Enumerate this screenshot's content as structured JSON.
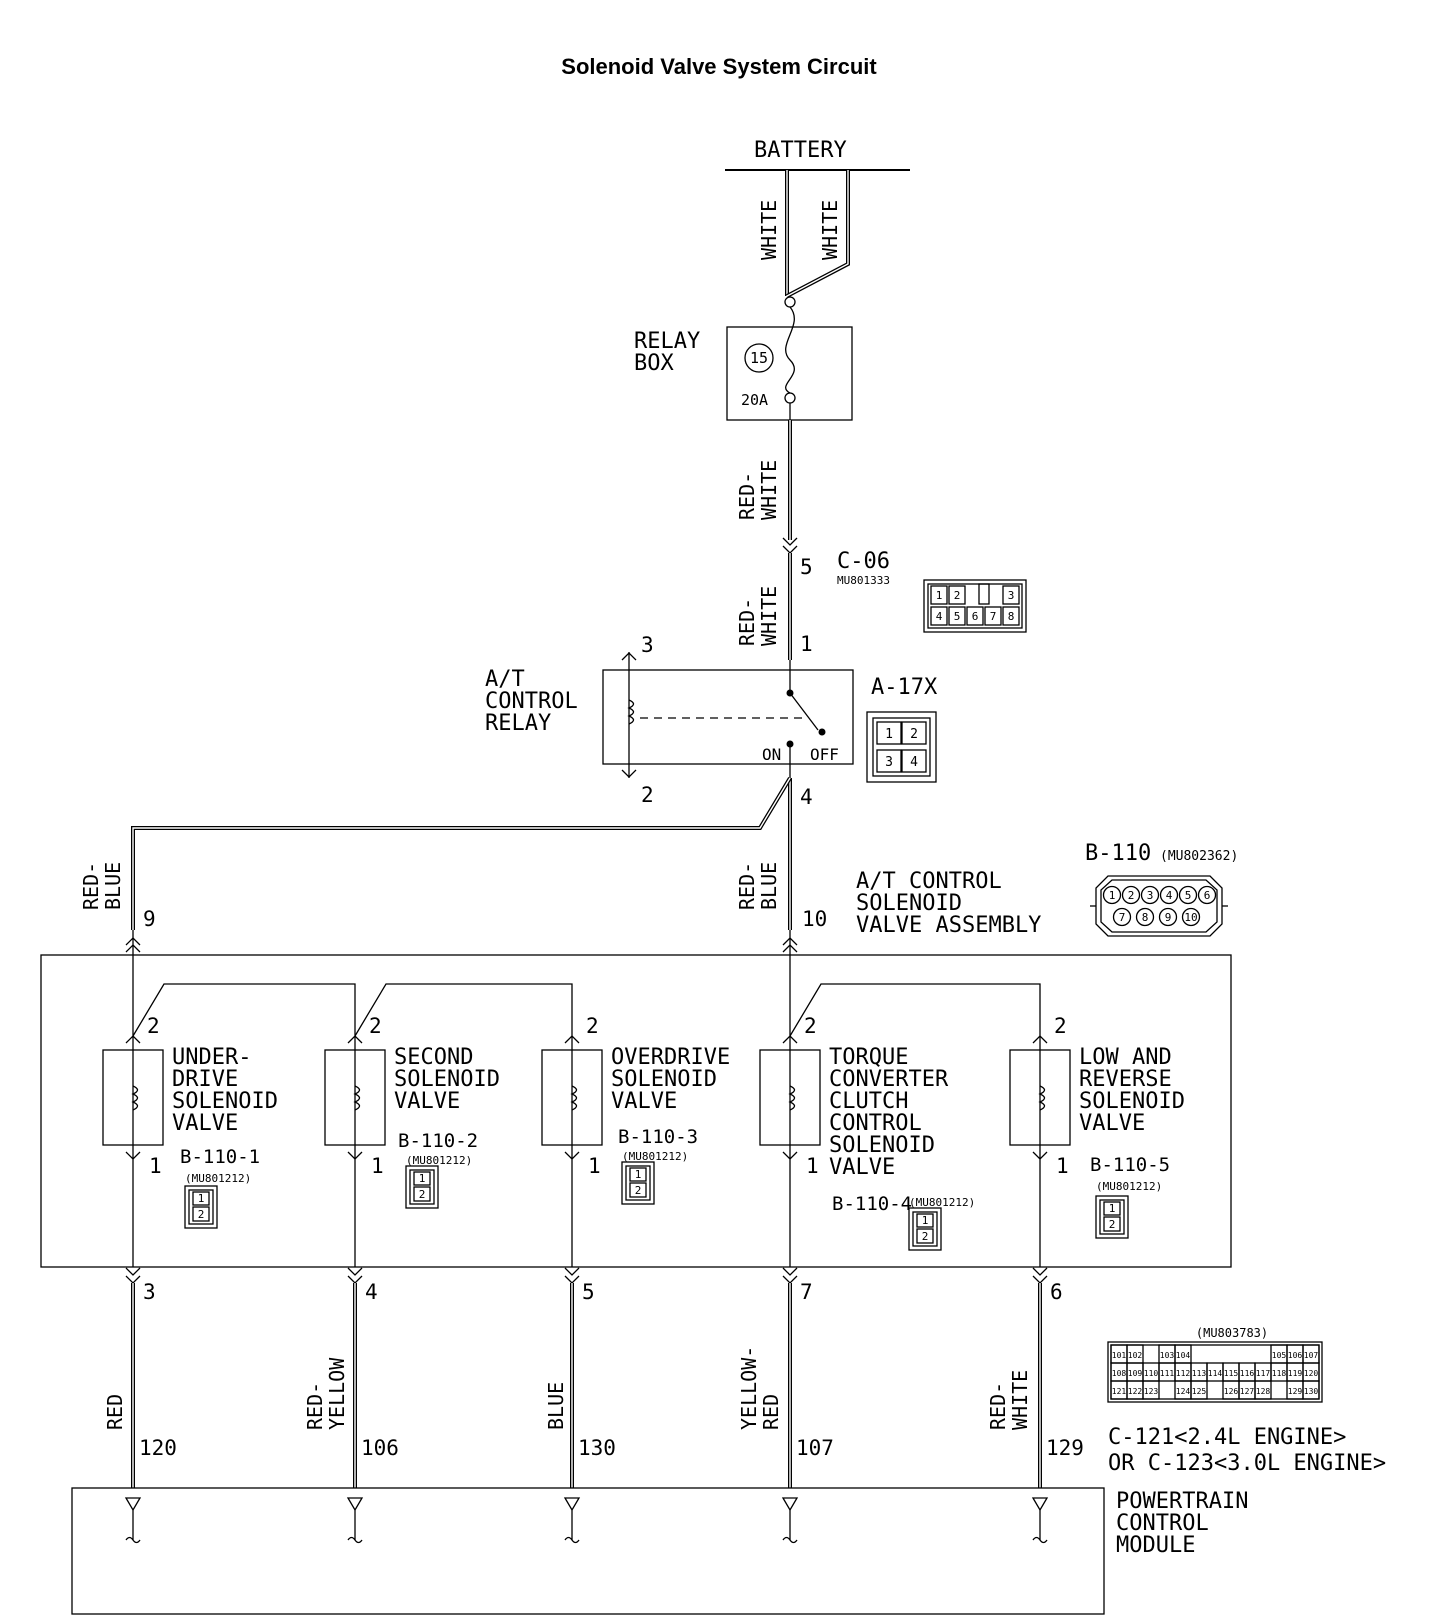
{
  "title": "Solenoid Valve System Circuit",
  "battery": "BATTERY",
  "wires": {
    "white_a": "WHITE",
    "white_b": "WHITE",
    "red_white_1a": "RED-",
    "red_white_1b": "WHITE",
    "red_white_2a": "RED-",
    "red_white_2b": "WHITE",
    "red_blue_left_a": "RED-",
    "red_blue_left_b": "BLUE",
    "red_blue_center_a": "RED-",
    "red_blue_center_b": "BLUE",
    "red": "RED",
    "red_yellow_a": "RED-",
    "red_yellow_b": "YELLOW",
    "blue": "BLUE",
    "yellow_red_a": "YELLOW-",
    "yellow_red_b": "RED",
    "red_white_3a": "RED-",
    "red_white_3b": "WHITE"
  },
  "relay_box": {
    "line1": "RELAY",
    "line2": "BOX",
    "fuse_no": "15",
    "fuse_rating": "20A"
  },
  "c06": {
    "name": "C-06",
    "part": "MU801333",
    "pin_in": "5",
    "pins": [
      "1",
      "2",
      "3",
      "4",
      "5",
      "6",
      "7",
      "8"
    ]
  },
  "relay": {
    "line1": "A/T",
    "line2": "CONTROL",
    "line3": "RELAY",
    "pin1": "1",
    "pin2": "2",
    "pin3": "3",
    "pin4": "4",
    "on": "ON",
    "off": "OFF"
  },
  "a17x": {
    "name": "A-17X",
    "pins": [
      "1",
      "2",
      "3",
      "4"
    ]
  },
  "b110": {
    "name": "B-110",
    "part": "(MU802362)",
    "pins": [
      "1",
      "2",
      "3",
      "4",
      "5",
      "6",
      "7",
      "8",
      "9",
      "10"
    ]
  },
  "assembly": {
    "line1": "A/T CONTROL",
    "line2": "SOLENOID",
    "line3": "VALVE ASSEMBLY",
    "pin_left": "9",
    "pin_center": "10"
  },
  "solenoids": [
    {
      "l1": "UNDER-",
      "l2": "DRIVE",
      "l3": "SOLENOID",
      "l4": "VALVE",
      "l5": "",
      "l6": "",
      "conn": "B-110-1",
      "part": "(MU801212)",
      "top": "2",
      "bot": "1",
      "out": "3",
      "pcm": "120",
      "c1": "1",
      "c2": "2"
    },
    {
      "l1": "SECOND",
      "l2": "SOLENOID",
      "l3": "VALVE",
      "l4": "",
      "l5": "",
      "l6": "",
      "conn": "B-110-2",
      "part": "(MU801212)",
      "top": "2",
      "bot": "1",
      "out": "4",
      "pcm": "106",
      "c1": "1",
      "c2": "2"
    },
    {
      "l1": "OVERDRIVE",
      "l2": "SOLENOID",
      "l3": "VALVE",
      "l4": "",
      "l5": "",
      "l6": "",
      "conn": "B-110-3",
      "part": "(MU801212)",
      "top": "2",
      "bot": "1",
      "out": "5",
      "pcm": "130",
      "c1": "1",
      "c2": "2"
    },
    {
      "l1": "TORQUE",
      "l2": "CONVERTER",
      "l3": "CLUTCH",
      "l4": "CONTROL",
      "l5": "SOLENOID",
      "l6": "VALVE",
      "conn": "B-110-4",
      "part": "(MU801212)",
      "top": "2",
      "bot": "1",
      "out": "7",
      "pcm": "107",
      "c1": "1",
      "c2": "2"
    },
    {
      "l1": "LOW AND",
      "l2": "REVERSE",
      "l3": "SOLENOID",
      "l4": "VALVE",
      "l5": "",
      "l6": "",
      "conn": "B-110-5",
      "part": "(MU801212)",
      "top": "2",
      "bot": "1",
      "out": "6",
      "pcm": "129",
      "c1": "1",
      "c2": "2"
    }
  ],
  "pcm_conn": {
    "part": "(MU803783)",
    "row1": [
      "101",
      "102",
      "103",
      "104",
      "105",
      "106",
      "107"
    ],
    "row2": [
      "108",
      "109",
      "110",
      "111",
      "112",
      "113",
      "114",
      "115",
      "116",
      "117",
      "118",
      "119",
      "120"
    ],
    "row3": [
      "121",
      "122",
      "123",
      "124",
      "125",
      "126",
      "127",
      "128",
      "129",
      "130"
    ],
    "line1": "C-121<2.4L ENGINE>",
    "line2": "OR C-123<3.0L ENGINE>"
  },
  "pcm": {
    "line1": "POWERTRAIN",
    "line2": "CONTROL",
    "line3": "MODULE"
  }
}
